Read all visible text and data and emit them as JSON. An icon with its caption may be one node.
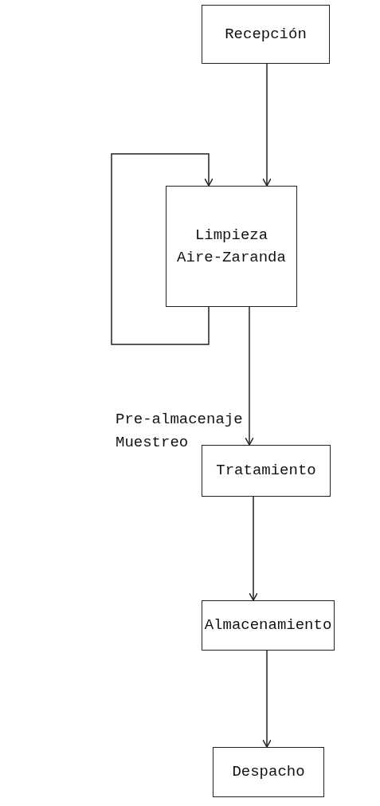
{
  "diagram": {
    "nodes": [
      {
        "text": [
          "Recepción"
        ]
      },
      {
        "text": [
          "Limpieza Aire-Zaranda"
        ]
      },
      {
        "text": [
          "Tratamiento"
        ]
      },
      {
        "text": [
          "Almacenamiento"
        ]
      },
      {
        "text": [
          "Despacho"
        ]
      }
    ],
    "edges": [
      {
        "from": 0,
        "to": 1,
        "arrow": "to"
      },
      {
        "from": 1,
        "to": 1,
        "arrow": "to"
      },
      {
        "from": 1,
        "to": 2,
        "arrow": "to"
      },
      {
        "from": 2,
        "to": 3,
        "arrow": "to"
      },
      {
        "from": 3,
        "to": 4,
        "arrow": "to"
      }
    ],
    "labels": [
      "Pre-almacenaje Muestreo"
    ]
  }
}
